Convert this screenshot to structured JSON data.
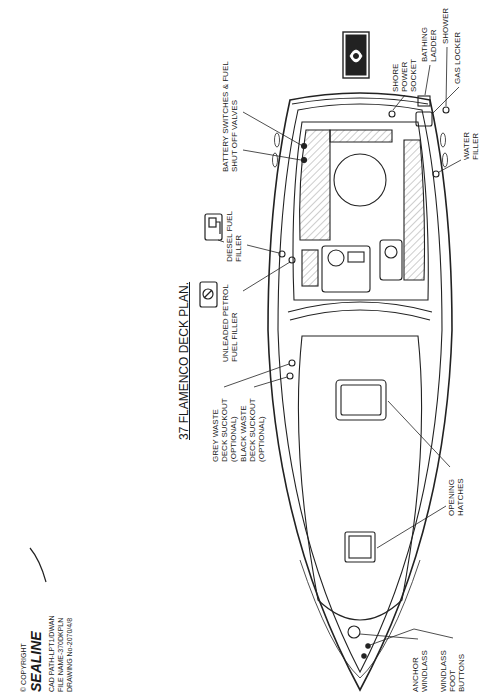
{
  "diagram": {
    "title": "37 FLAMENCO DECK PLAN.",
    "labels": [
      "BATTERY SWITCHES & FUEL SHUT OFF VALVES",
      "SHORE POWER SOCKET",
      "BATHING LADDER",
      "SHOWER",
      "GAS LOCKER",
      "WATER FILLER",
      "DIESEL FUEL FILLER",
      "UNLEADED PETROL FUEL FILLER",
      "BLACK WASTE DECK SUCKOUT (OPTIONAL)",
      "GREY WASTE DECK SUCKOUT (OPTIONAL)",
      "OPENING HATCHES",
      "WINDLASS FOOT BUTTONS",
      "ANCHOR WINDLASS",
      "© COPYRIGHT",
      "SEALINE",
      "CAD PATH-LPT1/DWAN",
      "FILE NAME-370DKPLN",
      "DRAWING No-2070/4/8"
    ]
  }
}
